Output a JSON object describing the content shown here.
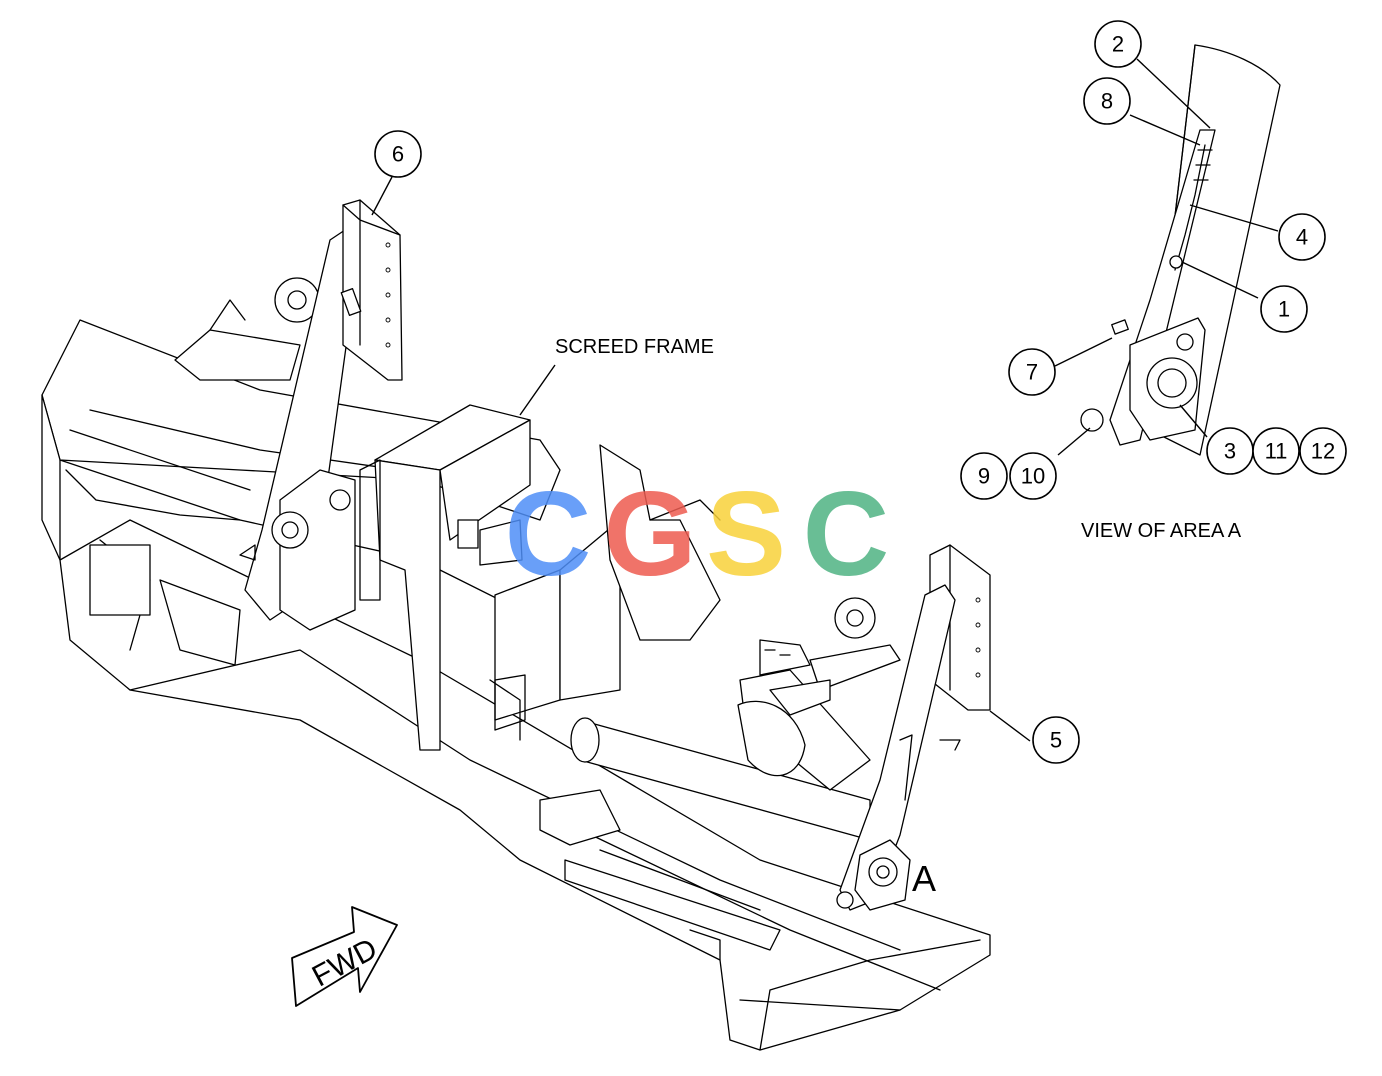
{
  "labels": {
    "screed_frame": "SCREED FRAME",
    "view_of_area": "VIEW OF AREA A",
    "area_marker": "A",
    "fwd": "FWD"
  },
  "callouts": [
    "1",
    "2",
    "3",
    "4",
    "5",
    "6",
    "7",
    "8",
    "9",
    "10",
    "11",
    "12"
  ],
  "watermark": {
    "text": "CGSC",
    "letters": [
      "C",
      "G",
      "S",
      "C"
    ],
    "colors": [
      "#4f8ff7",
      "#ee5b50",
      "#f8d23a",
      "#4fb383"
    ]
  },
  "colors": {
    "line": "#000000",
    "background": "#ffffff"
  }
}
